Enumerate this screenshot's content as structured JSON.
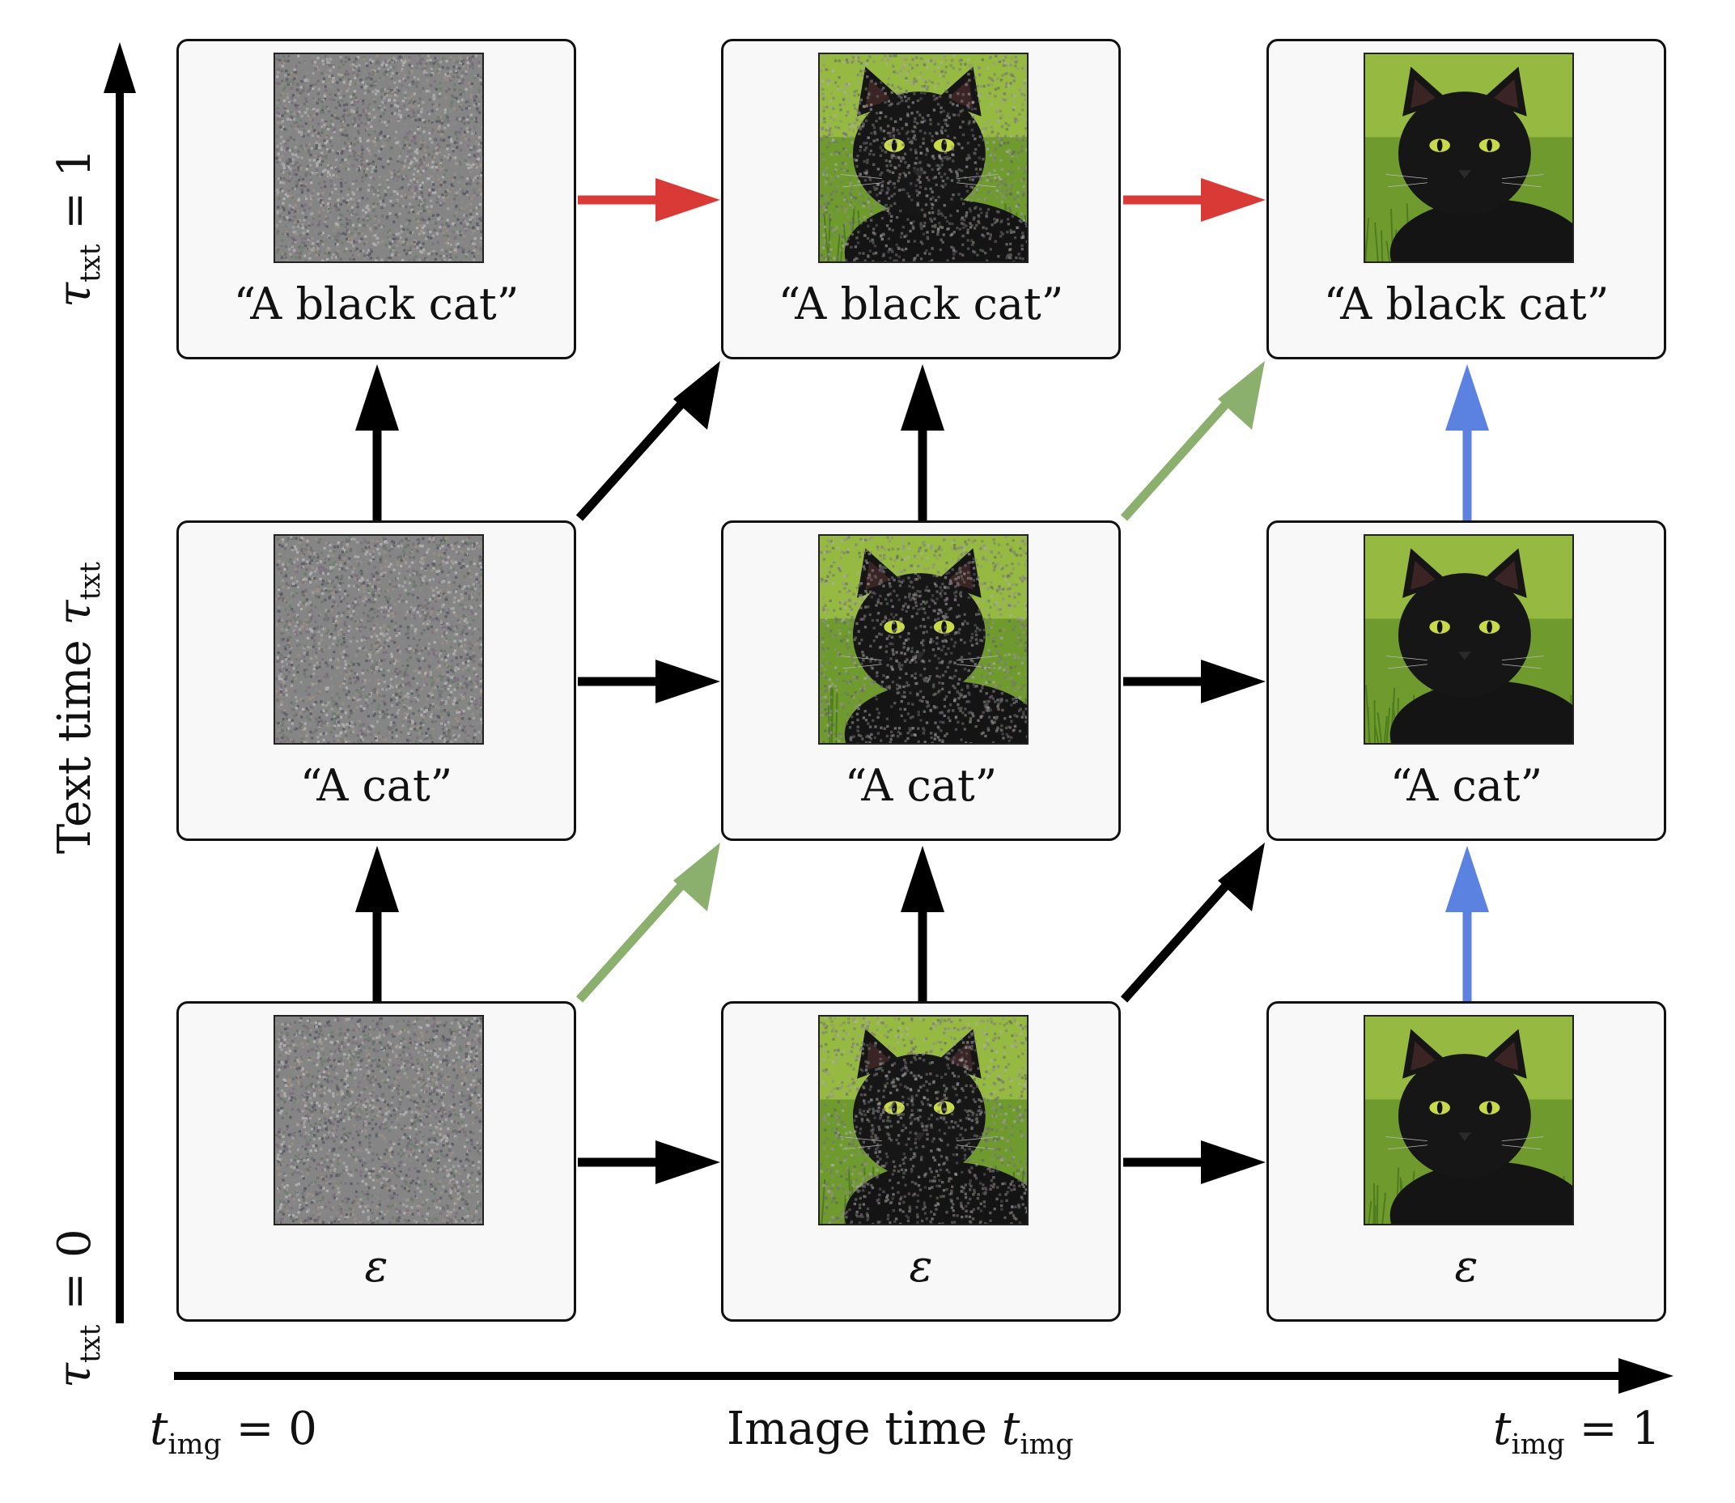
{
  "axes": {
    "x_title_text": "Image time ",
    "x_title_sym": "t",
    "x_title_sub": "img",
    "x_left_sym": "t",
    "x_left_sub": "img",
    "x_left_eq": " = 0",
    "x_right_sym": "t",
    "x_right_sub": "img",
    "x_right_eq": " = 1",
    "y_title_text": "Text time ",
    "y_title_sym": "τ",
    "y_title_sub": "txt",
    "y_bottom_sym": "τ",
    "y_bottom_sub": "txt",
    "y_bottom_eq": " = 0",
    "y_top_sym": "τ",
    "y_top_sub": "txt",
    "y_top_eq": " = 1"
  },
  "captions": {
    "top": "“A black cat”",
    "middle": "“A cat”",
    "bottom": "ε"
  },
  "cells": [
    {
      "row": "top",
      "col": 0,
      "image": "pure-noise-image",
      "noise": 1.0
    },
    {
      "row": "top",
      "col": 1,
      "image": "noisy-black-cat-image",
      "noise": 0.5
    },
    {
      "row": "top",
      "col": 2,
      "image": "clean-black-cat-image",
      "noise": 0.0
    },
    {
      "row": "middle",
      "col": 0,
      "image": "pure-noise-image",
      "noise": 1.0
    },
    {
      "row": "middle",
      "col": 1,
      "image": "noisy-black-cat-image",
      "noise": 0.5
    },
    {
      "row": "middle",
      "col": 2,
      "image": "clean-black-cat-image",
      "noise": 0.0
    },
    {
      "row": "bottom",
      "col": 0,
      "image": "pure-noise-image",
      "noise": 1.0
    },
    {
      "row": "bottom",
      "col": 1,
      "image": "noisy-black-cat-image",
      "noise": 0.5
    },
    {
      "row": "bottom",
      "col": 2,
      "image": "clean-black-cat-image",
      "noise": 0.0
    }
  ],
  "colors": {
    "black_arrow": "#000000",
    "red_arrow": "#d93a36",
    "green_arrow": "#8bb06e",
    "blue_arrow": "#5b82e0"
  }
}
